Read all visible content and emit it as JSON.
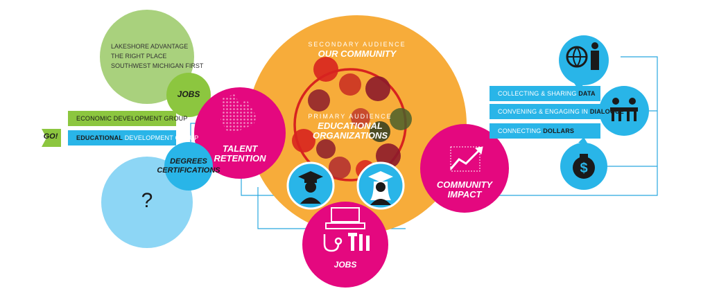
{
  "colors": {
    "orange": "#f7ac3a",
    "magenta": "#e4087f",
    "blue": "#29b5e8",
    "light_blue": "#8dd6f5",
    "green": "#8cc63f",
    "light_green": "#a9d17d",
    "red": "#d7231f",
    "dark_red": "#8c1b2b",
    "dark_green": "#4a5f2b",
    "line": "#29a8df"
  },
  "secondary": {
    "top": "SECONDARY AUDIENCE",
    "bottom": "OUR COMMUNITY"
  },
  "primary": {
    "top": "PRIMARY AUDIENCE",
    "line1": "EDUCATIONAL",
    "line2": "ORGANIZATIONS"
  },
  "partners": [
    "LAKESHORE ADVANTAGE",
    "THE RIGHT PLACE",
    "SOUTHWEST MICHIGAN FIRST"
  ],
  "jobs_bubble": "JOBS",
  "bars_left": {
    "economic": "ECONOMIC DEVELOPMENT GROUP",
    "educational_a": "EDUCATIONAL",
    "educational_b": "DEVELOPMENT GROUP"
  },
  "go": "GO!",
  "degrees": {
    "line1": "DEGREES",
    "line2": "CERTIFICATIONS"
  },
  "question": "?",
  "talent": {
    "line1": "TALENT",
    "line2": "RETENTION"
  },
  "jobs_bottom": "JOBS",
  "community": {
    "line1": "COMMUNITY",
    "line2": "IMPACT"
  },
  "bars_right": {
    "collecting_a": "COLLECTING & SHARING",
    "collecting_b": "DATA",
    "convening_a": "CONVENING & ENGAGING IN",
    "convening_b": "DIALOGUE",
    "connecting_a": "CONNECTING",
    "connecting_b": "DOLLARS"
  },
  "icons": [
    "graduate-male-icon",
    "graduate-female-icon",
    "computer-icon",
    "stethoscope-icon",
    "tools-icon",
    "growth-chart-icon",
    "globe-person-icon",
    "meeting-icon",
    "money-bag-icon",
    "michigan-map-icon"
  ]
}
